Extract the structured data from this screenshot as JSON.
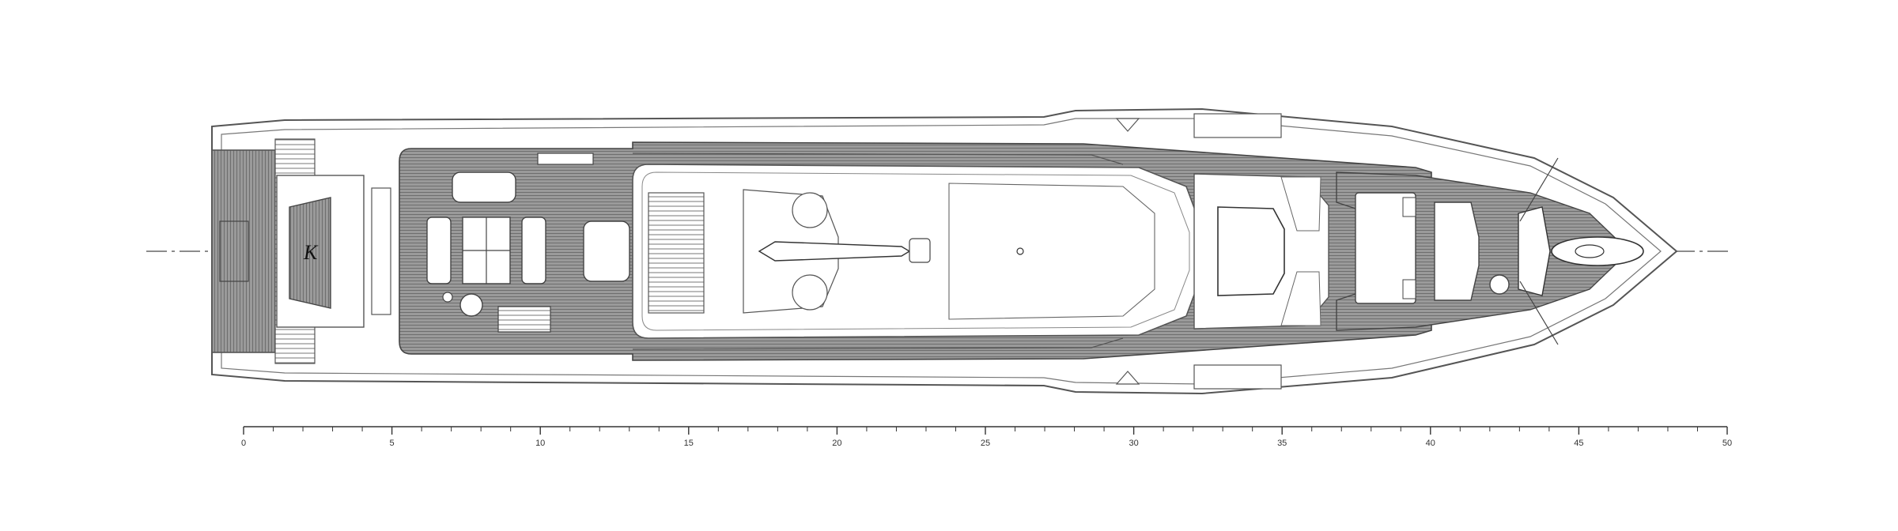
{
  "drawing": {
    "type": "yacht deck plan (top view)",
    "logo_letter": "K",
    "colors": {
      "line": "#555555",
      "teak": "#8f8f8f",
      "teak_dark": "#7a7a7a",
      "paper": "#ffffff"
    }
  },
  "scale": {
    "min": 0,
    "max": 50,
    "major_step": 5,
    "minor_step": 1,
    "labels": [
      "0",
      "5",
      "10",
      "15",
      "20",
      "25",
      "30",
      "35",
      "40",
      "45",
      "50"
    ]
  }
}
